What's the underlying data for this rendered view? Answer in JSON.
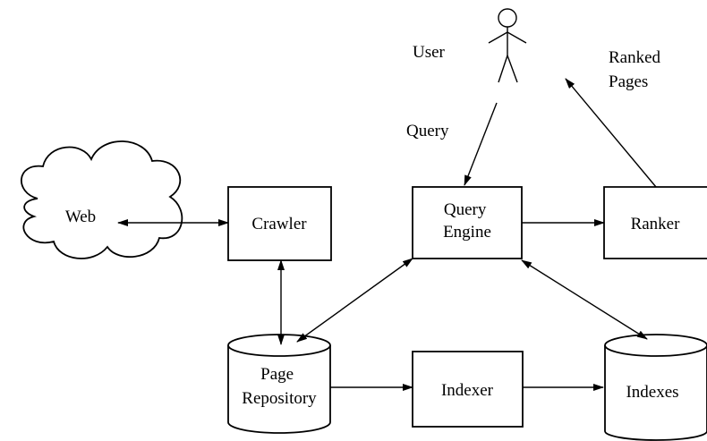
{
  "nodes": {
    "web": "Web",
    "crawler": "Crawler",
    "query_engine": [
      "Query",
      "Engine"
    ],
    "ranker": "Ranker",
    "page_repository": [
      "Page",
      "Repository"
    ],
    "indexer": "Indexer",
    "indexes": "Indexes"
  },
  "labels": {
    "user": "User",
    "query": "Query",
    "ranked_pages": [
      "Ranked",
      "Pages"
    ]
  },
  "edges": [
    {
      "from": "web",
      "to": "crawler",
      "direction": "both"
    },
    {
      "from": "crawler",
      "to": "page_repository",
      "direction": "both"
    },
    {
      "from": "page_repository",
      "to": "query_engine",
      "direction": "both"
    },
    {
      "from": "query_engine",
      "to": "indexes",
      "direction": "both"
    },
    {
      "from": "user",
      "to": "query_engine",
      "direction": "forward"
    },
    {
      "from": "query_engine",
      "to": "ranker",
      "direction": "forward"
    },
    {
      "from": "ranker",
      "to": "ranked_pages",
      "direction": "forward"
    },
    {
      "from": "page_repository",
      "to": "indexer",
      "direction": "forward"
    },
    {
      "from": "indexer",
      "to": "indexes",
      "direction": "forward"
    }
  ]
}
